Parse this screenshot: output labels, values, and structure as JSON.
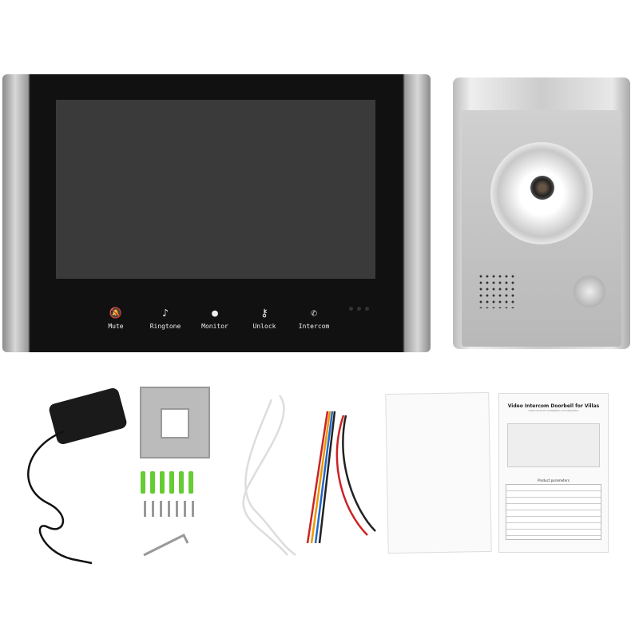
{
  "monitor": {
    "buttons": [
      {
        "label": "Mute",
        "icon": "bell-muted-icon"
      },
      {
        "label": "Ringtone",
        "icon": "music-note-icon"
      },
      {
        "label": "Monitor",
        "icon": "person-icon"
      },
      {
        "label": "Unlock",
        "icon": "key-icon"
      },
      {
        "label": "Intercom",
        "icon": "phone-icon"
      }
    ]
  },
  "manual": {
    "title": "Video Intercom Doorbell for Villas",
    "subtitle": "Instructions for Installation and Operation",
    "table_title": "Product parameters"
  },
  "colors": {
    "bezel": "#111111",
    "screen": "#3a3a3a",
    "housing": "#c8c8c8",
    "anchors": "#66cc33"
  }
}
